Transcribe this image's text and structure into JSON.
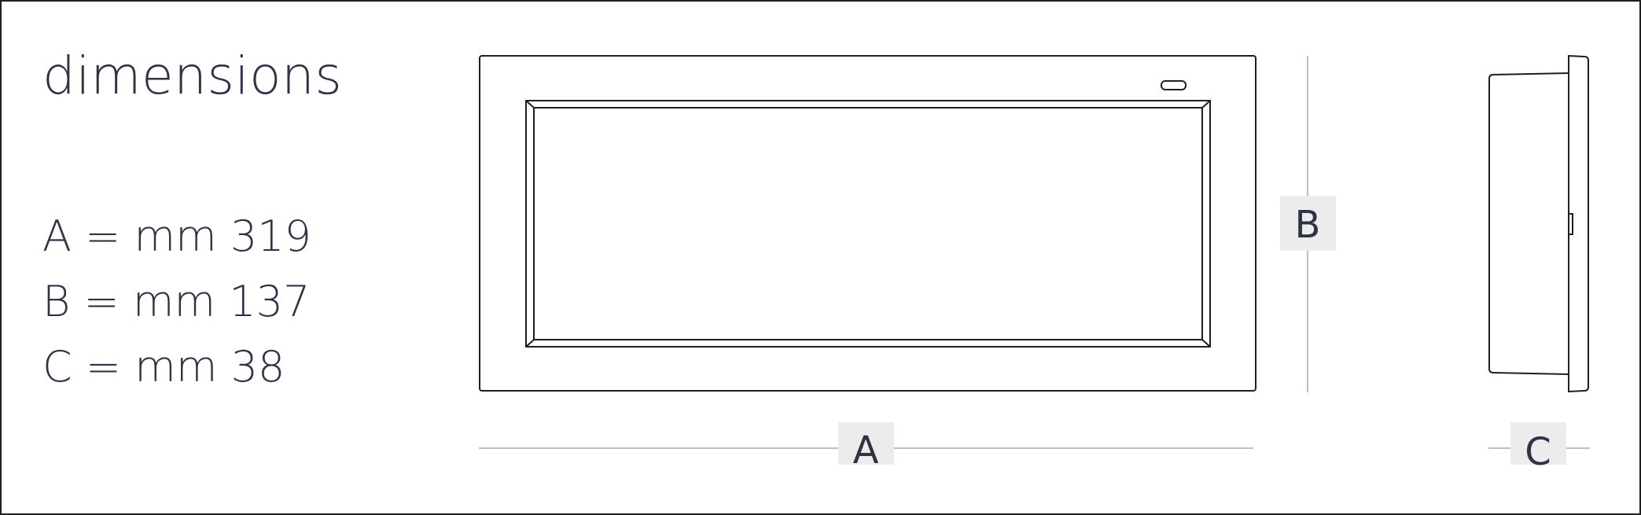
{
  "title": "dimensions",
  "specs": {
    "a": "A = mm 319",
    "b": "B = mm 137",
    "c": "C = mm 38"
  },
  "labels": {
    "a": "A",
    "b": "B",
    "c": "C"
  },
  "colors": {
    "line": "#1f1f1f",
    "text": "#2e3346",
    "dimension_line": "#a9a9a9",
    "label_background": "#ececec"
  }
}
